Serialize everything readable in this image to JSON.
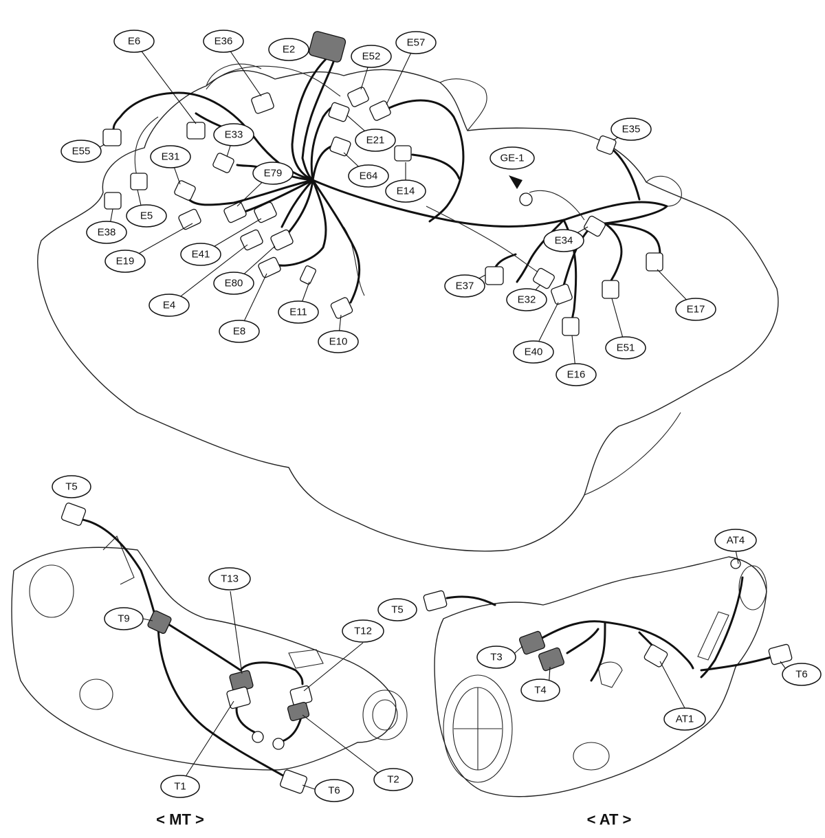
{
  "engine_labels": [
    "E6",
    "E36",
    "E2",
    "E52",
    "E57",
    "E55",
    "E33",
    "E31",
    "E79",
    "E21",
    "E64",
    "E14",
    "GE-1",
    "E35",
    "E5",
    "E38",
    "E19",
    "E41",
    "E4",
    "E80",
    "E8",
    "E11",
    "E10",
    "E34",
    "E37",
    "E32",
    "E40",
    "E16",
    "E51",
    "E17"
  ],
  "mt_labels": [
    "T5",
    "T9",
    "T13",
    "T12",
    "T1",
    "T6",
    "T2"
  ],
  "at_labels": [
    "T5",
    "AT4",
    "T3",
    "T4",
    "T6",
    "AT1"
  ],
  "captions": {
    "mt": "< MT >",
    "at": "< AT >"
  },
  "colors": {
    "line": "#111111",
    "background": "#ffffff",
    "connector_dark": "#777777"
  }
}
